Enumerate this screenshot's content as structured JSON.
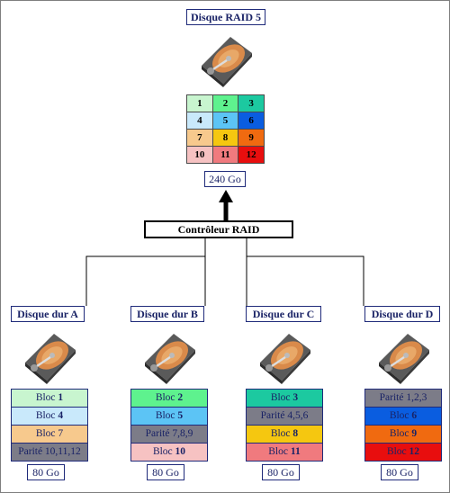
{
  "raid": {
    "title": "Disque RAID 5",
    "capacity": "240 Go",
    "grid": [
      [
        {
          "v": "1",
          "c": "#c8f5cf"
        },
        {
          "v": "2",
          "c": "#5ef28e"
        },
        {
          "v": "3",
          "c": "#1cc9a0"
        }
      ],
      [
        {
          "v": "4",
          "c": "#c9e9fb"
        },
        {
          "v": "5",
          "c": "#5cc4f5"
        },
        {
          "v": "6",
          "c": "#0a5de0"
        }
      ],
      [
        {
          "v": "7",
          "c": "#f7c98d"
        },
        {
          "v": "8",
          "c": "#f5c710"
        },
        {
          "v": "9",
          "c": "#f06a10"
        }
      ],
      [
        {
          "v": "10",
          "c": "#f6c2c2"
        },
        {
          "v": "11",
          "c": "#f07a7e"
        },
        {
          "v": "12",
          "c": "#e80e0e"
        }
      ]
    ]
  },
  "controller": {
    "label": "Contrôleur RAID"
  },
  "disks": [
    {
      "name": "Disque dur A",
      "capacity": "80 Go",
      "blocks": [
        {
          "pre": "Bloc ",
          "num": "1",
          "bg": "#c8f5cf"
        },
        {
          "pre": "Bloc ",
          "num": "4",
          "bg": "#c9e9fb"
        },
        {
          "pre": "Bloc ",
          "num": "7",
          "bg": "#f7c98d",
          "plain": true
        },
        {
          "pre": "Parité 10,11,12",
          "num": "",
          "bg": "#7c7c88"
        }
      ]
    },
    {
      "name": "Disque dur B",
      "capacity": "80 Go",
      "blocks": [
        {
          "pre": "Bloc ",
          "num": "2",
          "bg": "#5ef28e"
        },
        {
          "pre": "Bloc ",
          "num": "5",
          "bg": "#5cc4f5"
        },
        {
          "pre": "Parité 7,8,9",
          "num": "",
          "bg": "#7c7c88"
        },
        {
          "pre": "Bloc ",
          "num": "10",
          "bg": "#f6c2c2"
        }
      ]
    },
    {
      "name": "Disque dur C",
      "capacity": "80 Go",
      "blocks": [
        {
          "pre": "Bloc ",
          "num": "3",
          "bg": "#1cc9a0"
        },
        {
          "pre": "Parité 4,5,6",
          "num": "",
          "bg": "#7c7c88"
        },
        {
          "pre": "Bloc ",
          "num": "8",
          "bg": "#f5c710"
        },
        {
          "pre": "Bloc ",
          "num": "11",
          "bg": "#f07a7e"
        }
      ]
    },
    {
      "name": "Disque dur D",
      "capacity": "80 Go",
      "blocks": [
        {
          "pre": "Parité 1,2,3",
          "num": "",
          "bg": "#7c7c88"
        },
        {
          "pre": "Bloc ",
          "num": "6",
          "bg": "#0a5de0"
        },
        {
          "pre": "Bloc ",
          "num": "9",
          "bg": "#f06a10"
        },
        {
          "pre": "Bloc ",
          "num": "12",
          "bg": "#e80e0e"
        }
      ]
    }
  ],
  "icons": {
    "disk": "hard-disk-icon"
  }
}
